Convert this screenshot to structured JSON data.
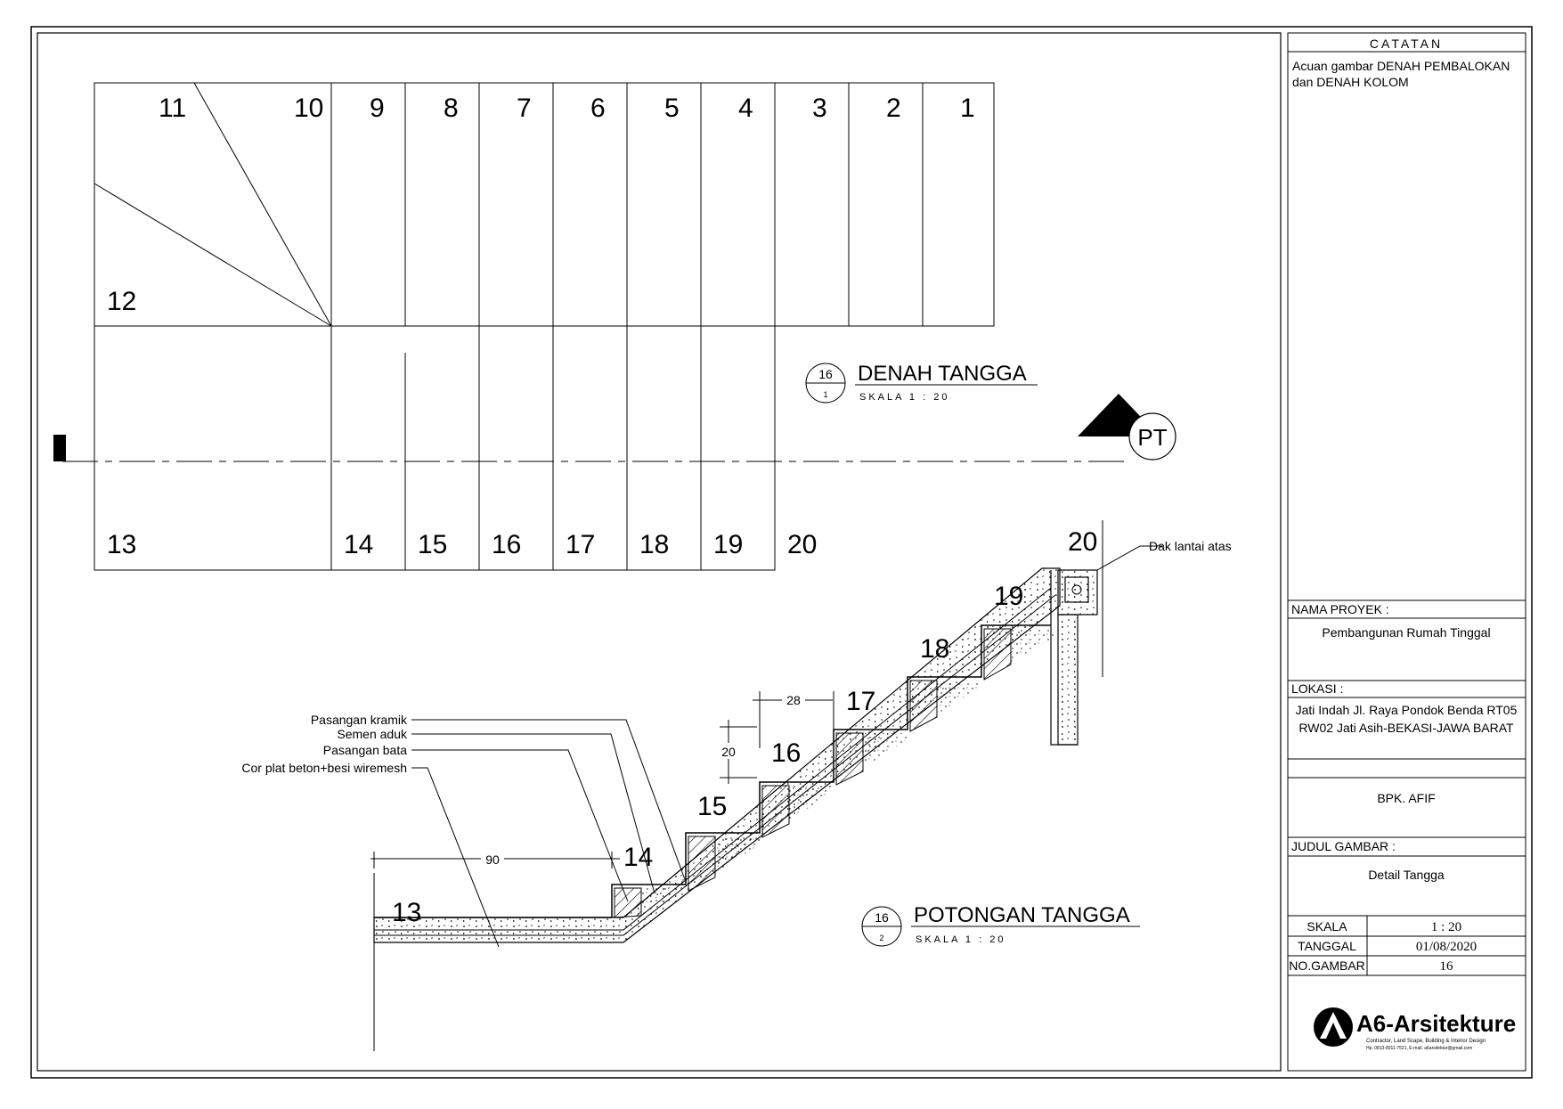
{
  "notes": {
    "header": "CATATAN",
    "line1": "Acuan gambar DENAH PEMBALOKAN",
    "line2": "dan DENAH KOLOM"
  },
  "plan": {
    "title": "DENAH TANGGA",
    "scale": "SKALA  1 : 20",
    "callout_num": "16",
    "callout_sub": "1",
    "section_marker": "PT",
    "steps_top": [
      "11",
      "10",
      "9",
      "8",
      "7",
      "6",
      "5",
      "4",
      "3",
      "2",
      "1"
    ],
    "step_12": "12",
    "steps_bottom": [
      "13",
      "14",
      "15",
      "16",
      "17",
      "18",
      "19",
      "20"
    ]
  },
  "section": {
    "title": "POTONGAN TANGGA",
    "scale": "SKALA  1 : 20",
    "callout_num": "16",
    "callout_sub": "2",
    "steps": [
      "13",
      "14",
      "15",
      "16",
      "17",
      "18",
      "19",
      "20"
    ],
    "dim_tread": "28",
    "dim_riser": "20",
    "dim_landing": "90",
    "labels": {
      "keramik": "Pasangan kramik",
      "semen": "Semen aduk",
      "bata": "Pasangan bata",
      "cor": "Cor plat beton+besi wiremesh",
      "dak": "Dak lantai atas"
    }
  },
  "titleblock": {
    "project_label": "NAMA PROYEK :",
    "project_value": "Pembangunan Rumah Tinggal",
    "location_label": "LOKASI :",
    "location_line1": "Jati Indah Jl. Raya Pondok Benda RT05",
    "location_line2": "RW02 Jati Asih-BEKASI-JAWA BARAT",
    "owner": "BPK. AFIF",
    "drawing_title_label": "JUDUL GAMBAR :",
    "drawing_title_value": "Detail Tangga",
    "scale_label": "SKALA",
    "scale_value": "1 : 20",
    "date_label": "TANGGAL",
    "date_value": "01/08/2020",
    "number_label": "NO.GAMBAR",
    "number_value": "16",
    "brand": "A6-Arsitekture",
    "brand_sub": "Contractor, Land Scape, Building & Interior Design",
    "brand_contact": "Hp. 0813-8011-7521, E-mail. a6arsitektur@gmail.com"
  },
  "colors": {
    "line": "#000000",
    "paper": "#ffffff"
  }
}
